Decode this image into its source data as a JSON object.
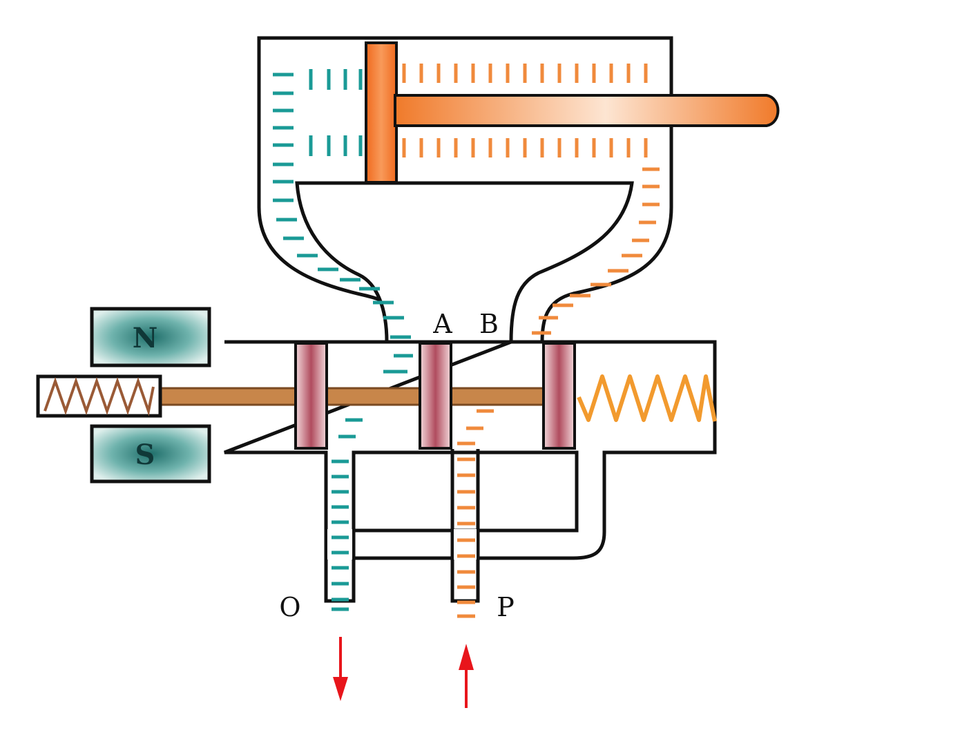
{
  "diagram": {
    "ports": {
      "a": "A",
      "b": "B",
      "o": "O",
      "p": "P"
    },
    "magnets": {
      "north": "N",
      "south": "S"
    },
    "colors": {
      "outline": "#111111",
      "return_fluid": "#1a9a96",
      "pressure_fluid": "#f08a3c",
      "piston": "#f07a2a",
      "spool_land": "#b85a6a",
      "spool_rod": "#c8864a",
      "spring": "#f29a2e",
      "coil": "#9a5a36",
      "magnet_fill": "#1f6e6a",
      "flow_arrow": "#e8151b"
    },
    "icons": [
      "north-magnet",
      "south-magnet",
      "solenoid-coil",
      "return-spring",
      "piston-rod",
      "flow-arrow-down",
      "flow-arrow-up"
    ]
  }
}
